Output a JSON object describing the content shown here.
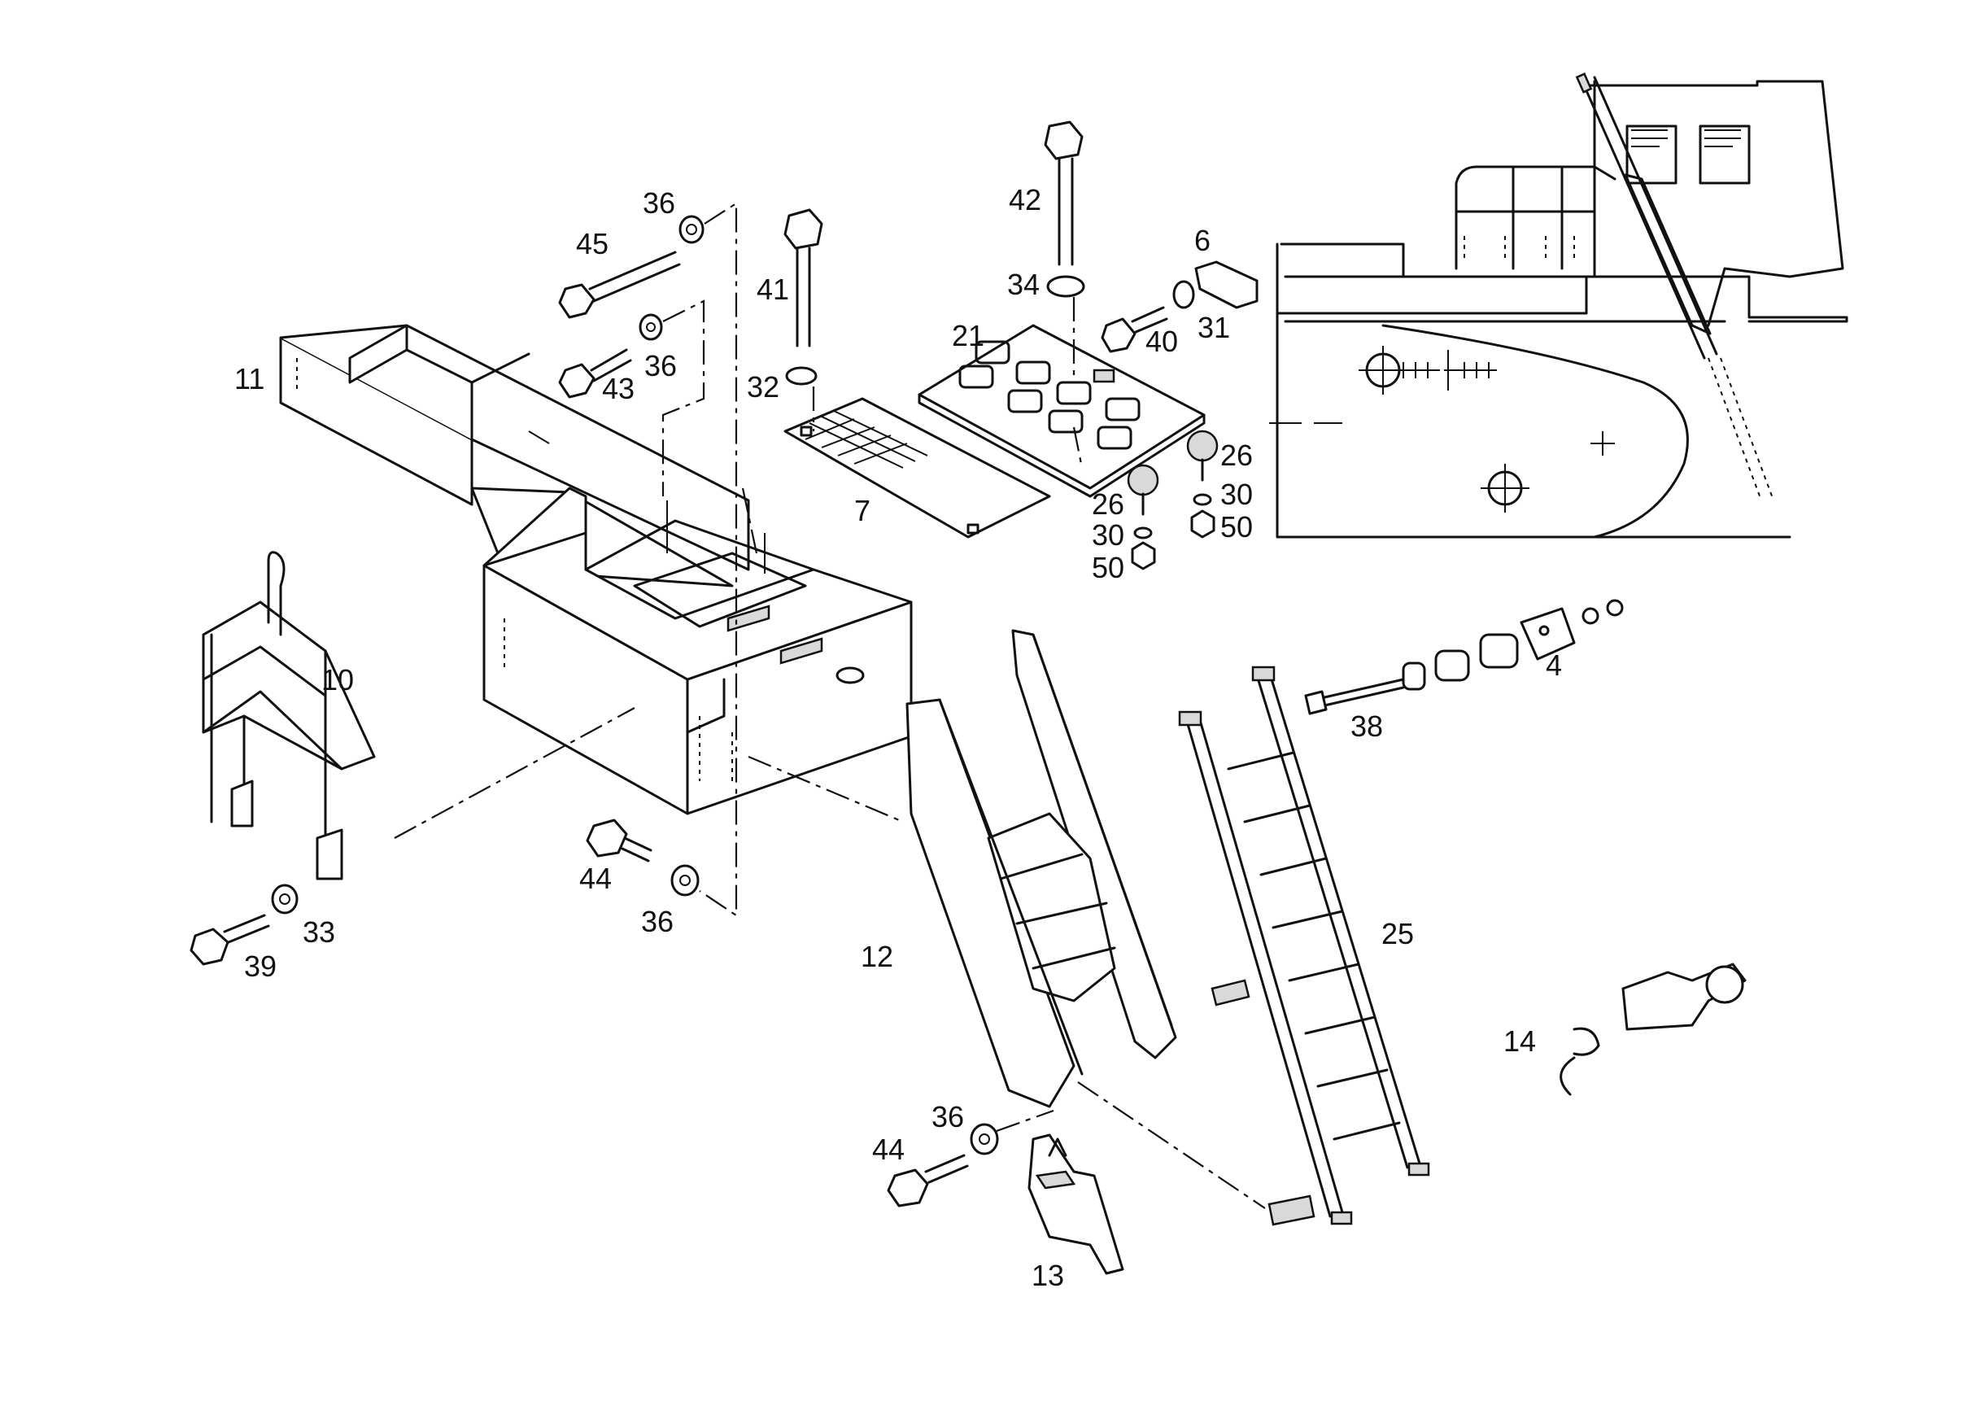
{
  "callouts": {
    "c4": "4",
    "c6": "6",
    "c7": "7",
    "c10": "10",
    "c11": "11",
    "c12": "12",
    "c13": "13",
    "c14": "14",
    "c21": "21",
    "c25": "25",
    "c26a": "26",
    "c26b": "26",
    "c30a": "30",
    "c30b": "30",
    "c31": "31",
    "c32": "32",
    "c33": "33",
    "c34": "34",
    "c36a": "36",
    "c36b": "36",
    "c36c": "36",
    "c36d": "36",
    "c38": "38",
    "c39": "39",
    "c40": "40",
    "c41": "41",
    "c42": "42",
    "c43": "43",
    "c44a": "44",
    "c44b": "44",
    "c45": "45",
    "c50a": "50",
    "c50b": "50"
  },
  "colors": {
    "line": "#111111",
    "background": "#ffffff",
    "shade": "#d9d9d9"
  },
  "icon_names": [
    "bolt-icon",
    "washer-icon",
    "nut-icon",
    "ladder-icon",
    "stair-icon",
    "handrail-icon",
    "lamp-icon"
  ]
}
